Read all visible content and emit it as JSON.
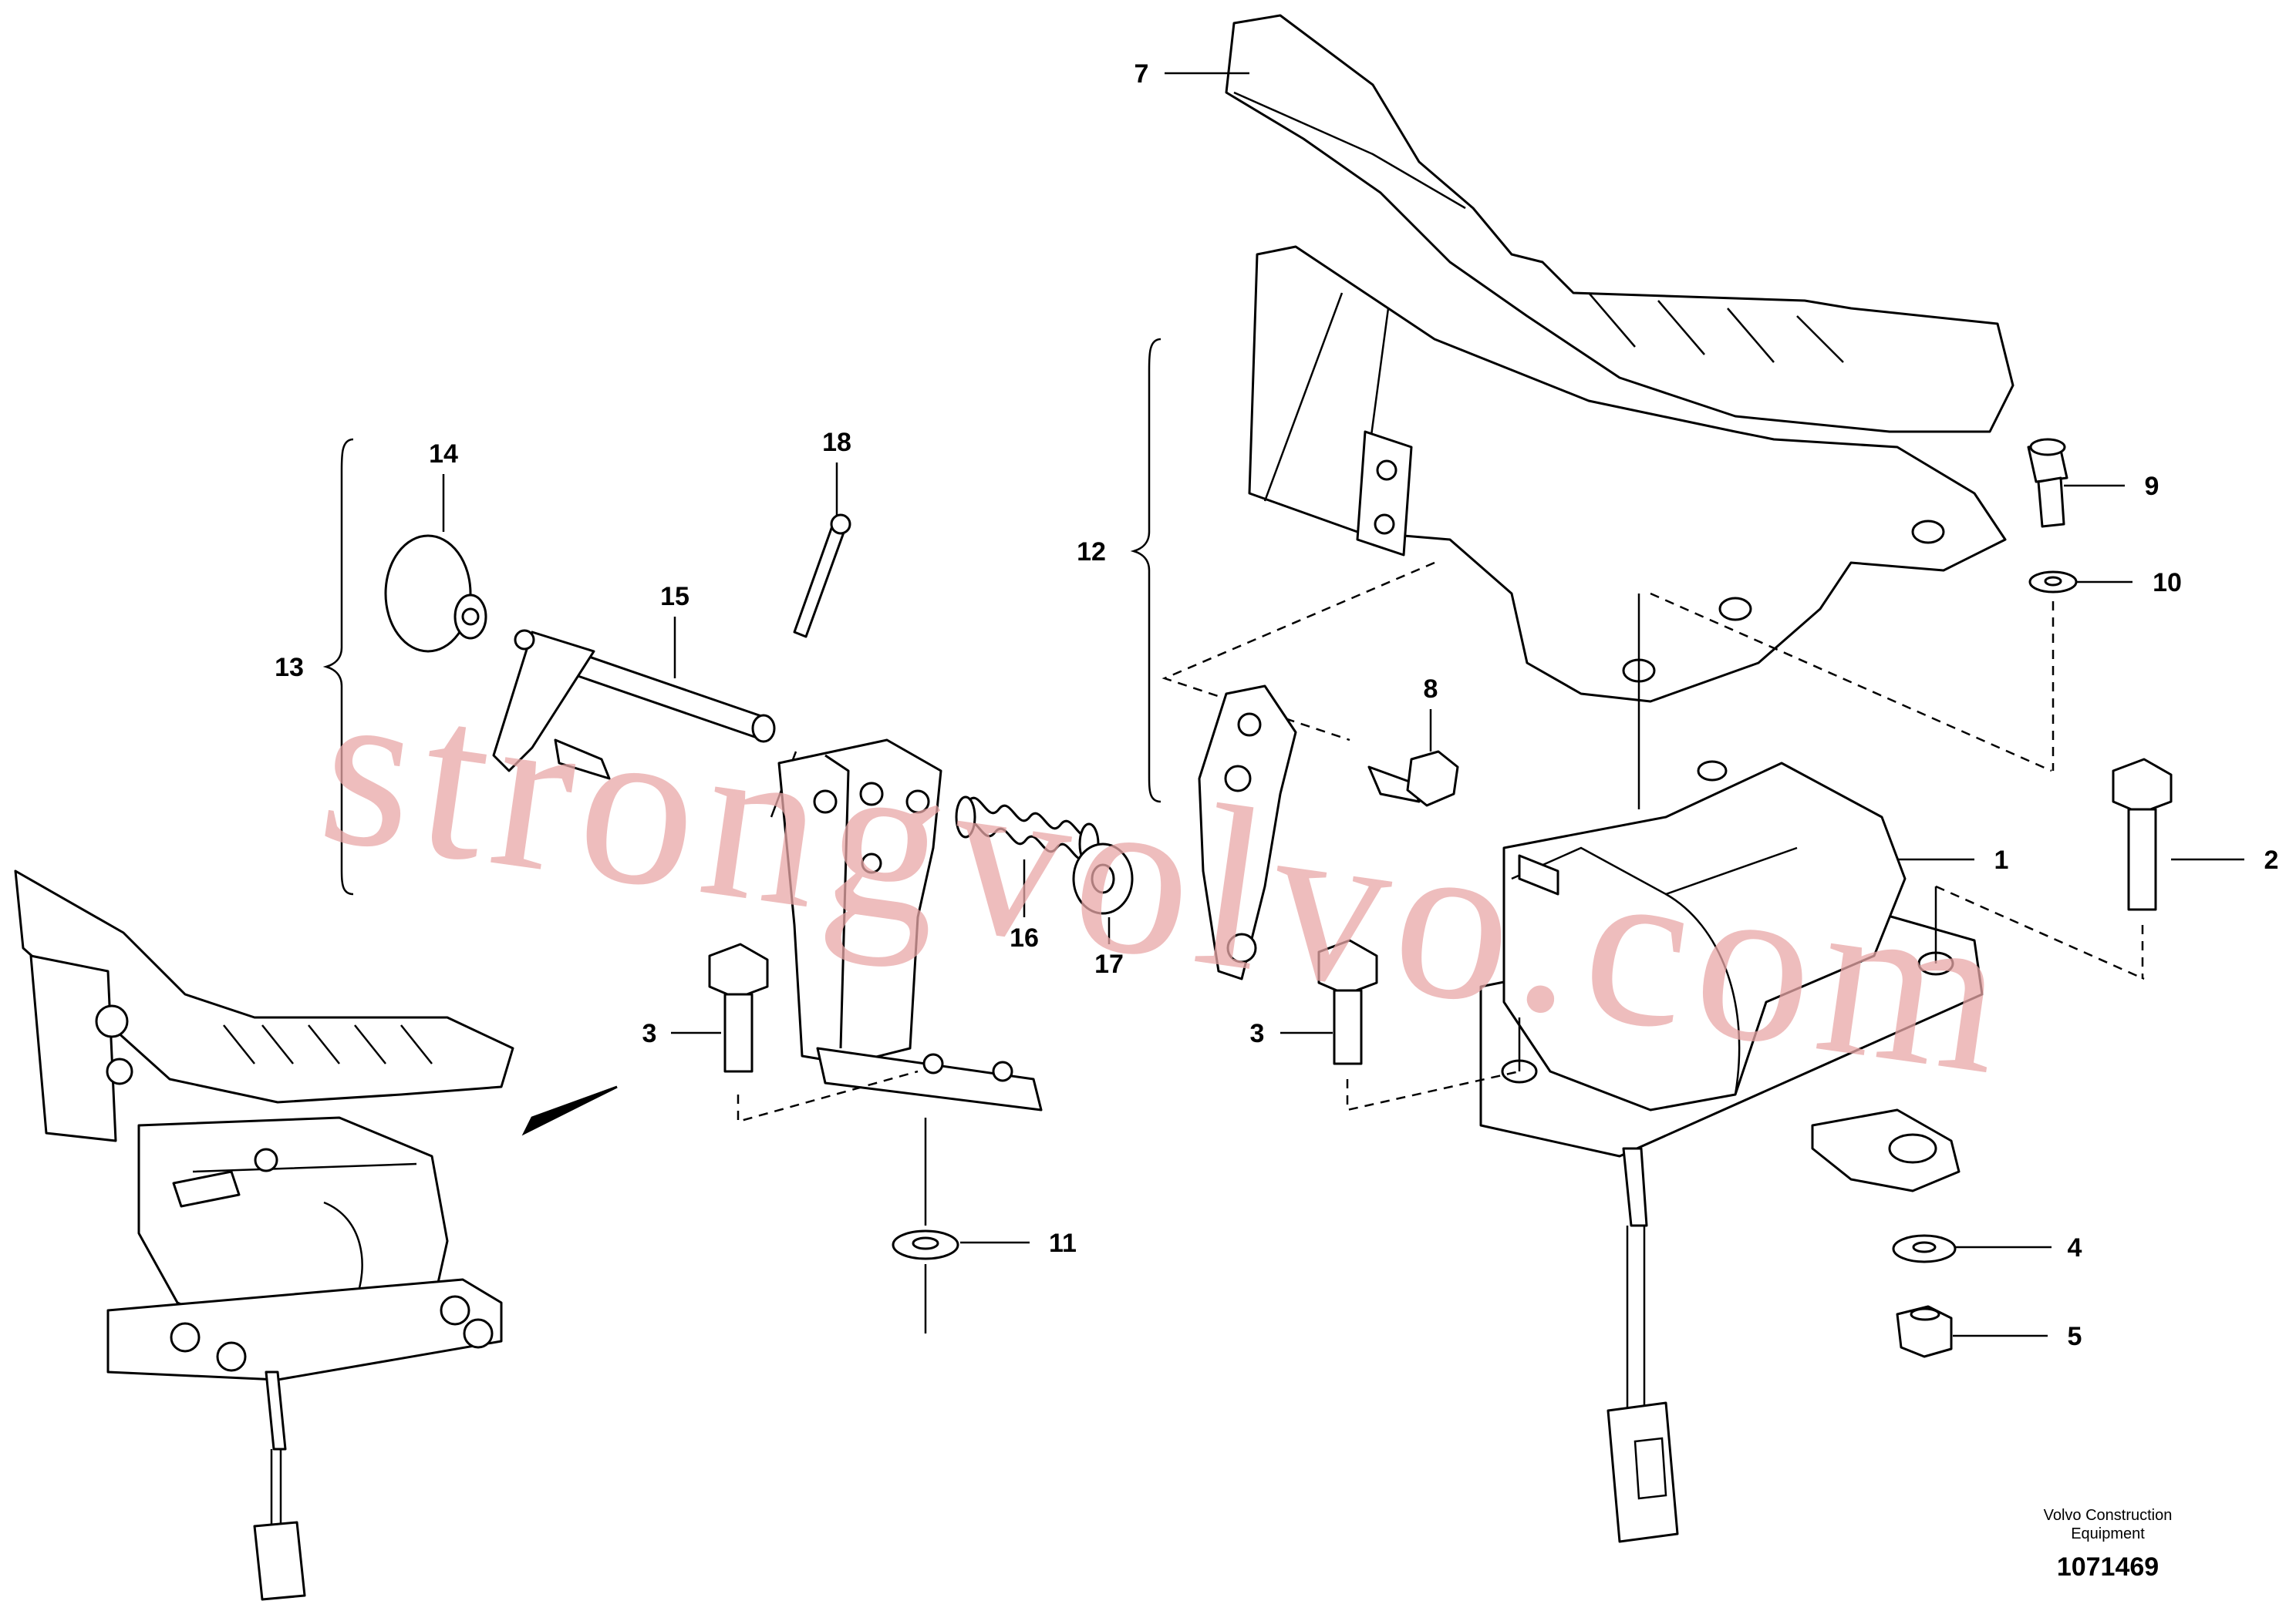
{
  "diagram": {
    "callouts": [
      "1",
      "2",
      "3",
      "3",
      "4",
      "5",
      "7",
      "8",
      "9",
      "10",
      "11",
      "12",
      "13",
      "14",
      "15",
      "16",
      "17",
      "18"
    ],
    "watermark": "strongvolvo.com",
    "footer": {
      "company_line1": "Volvo Construction",
      "company_line2": "Equipment",
      "drawing_number": "1071469"
    }
  }
}
